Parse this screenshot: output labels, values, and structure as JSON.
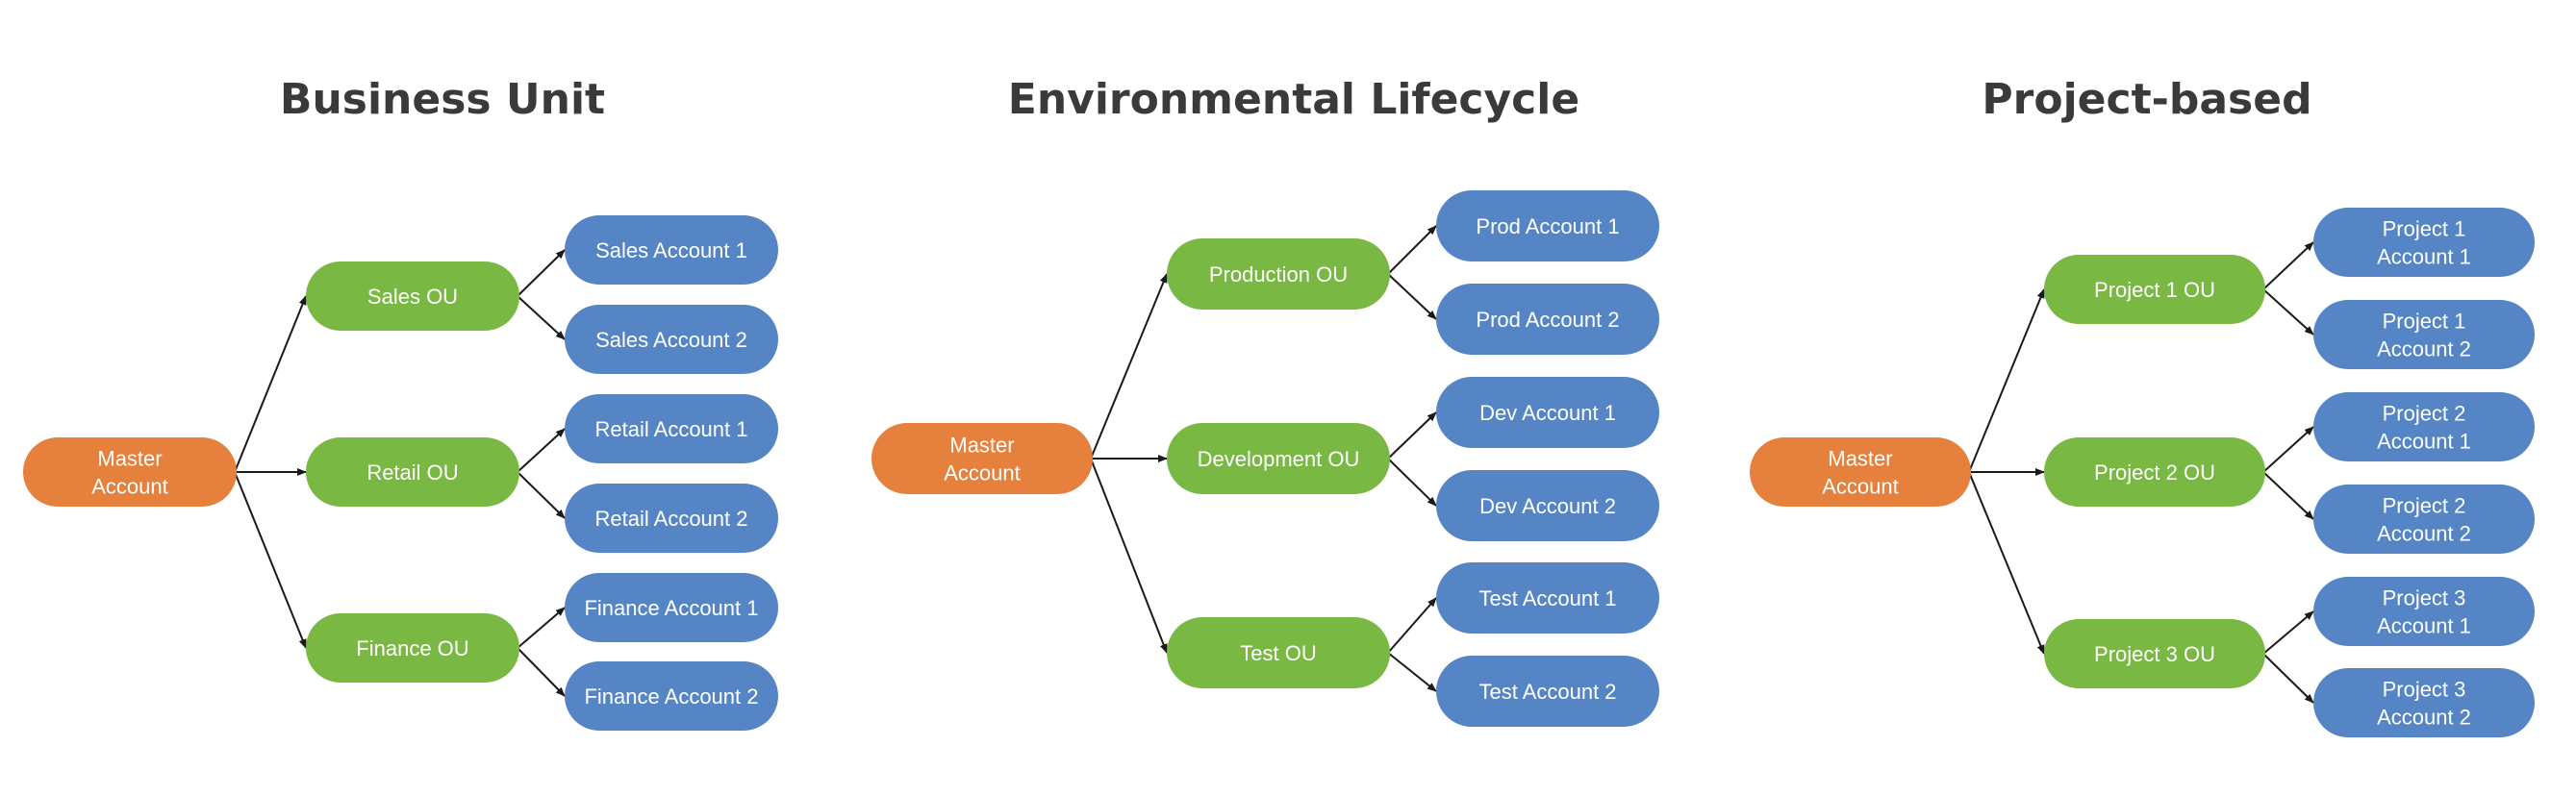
{
  "colors": {
    "master": "#E5803D",
    "ou": "#7AB844",
    "account": "#5585C5",
    "edge": "#1a1a1a",
    "title": "#3a3a3a"
  },
  "panels": [
    {
      "title": "Business Unit",
      "master": "Master Account",
      "ous": [
        {
          "label": "Sales OU",
          "accounts": [
            "Sales Account 1",
            "Sales Account 2"
          ]
        },
        {
          "label": "Retail OU",
          "accounts": [
            "Retail Account 1",
            "Retail Account 2"
          ]
        },
        {
          "label": "Finance OU",
          "accounts": [
            "Finance Account 1",
            "Finance Account 2"
          ]
        }
      ]
    },
    {
      "title": "Environmental Lifecycle",
      "master": "Master Account",
      "ous": [
        {
          "label": "Production OU",
          "accounts": [
            "Prod Account 1",
            "Prod Account 2"
          ]
        },
        {
          "label": "Development OU",
          "accounts": [
            "Dev Account 1",
            "Dev Account 2"
          ]
        },
        {
          "label": "Test OU",
          "accounts": [
            "Test Account 1",
            "Test Account 2"
          ]
        }
      ]
    },
    {
      "title": "Project-based",
      "master": "Master Account",
      "ous": [
        {
          "label": "Project 1 OU",
          "accounts": [
            "Project 1 Account 1",
            "Project 1 Account 2"
          ]
        },
        {
          "label": "Project 2 OU",
          "accounts": [
            "Project 2 Account 1",
            "Project 2 Account 2"
          ]
        },
        {
          "label": "Project 3 OU",
          "accounts": [
            "Project 3 Account 1",
            "Project 3 Account 2"
          ]
        }
      ]
    }
  ]
}
